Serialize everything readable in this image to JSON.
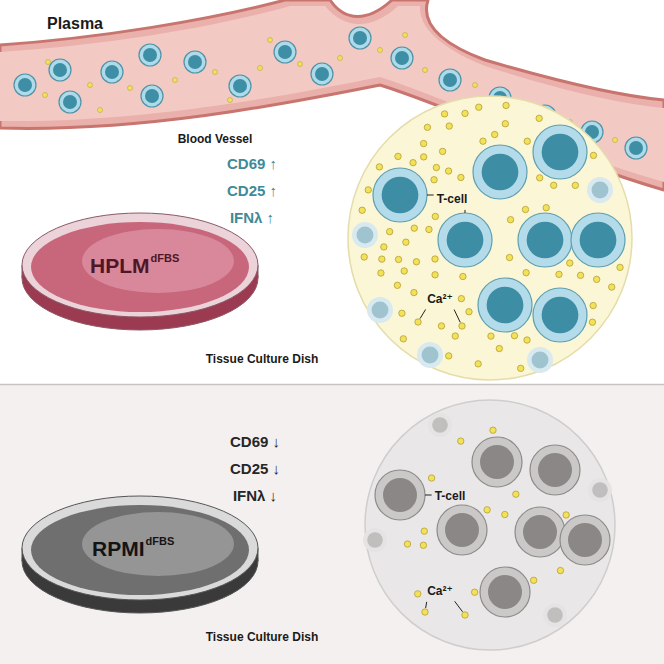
{
  "diagram": {
    "nodes": [
      {
        "text": [
          "Plasma",
          "Blood Vessel"
        ]
      },
      {
        "text": [
          "HPLM",
          "dFBS",
          "Tissue Culture Dish"
        ]
      },
      {
        "text": [
          "T-cell",
          "Ca²⁺"
        ]
      },
      {
        "text": [
          "RPMI",
          "dFBS",
          "Tissue Culture Dish"
        ]
      },
      {
        "text": [
          "T-cell",
          "Ca²⁺"
        ]
      }
    ],
    "labels": [
      "CD69 ↑",
      "CD25 ↑",
      "IFNλ ↑",
      "CD69 ↓",
      "CD25 ↓",
      "IFNλ ↓"
    ]
  }
}
